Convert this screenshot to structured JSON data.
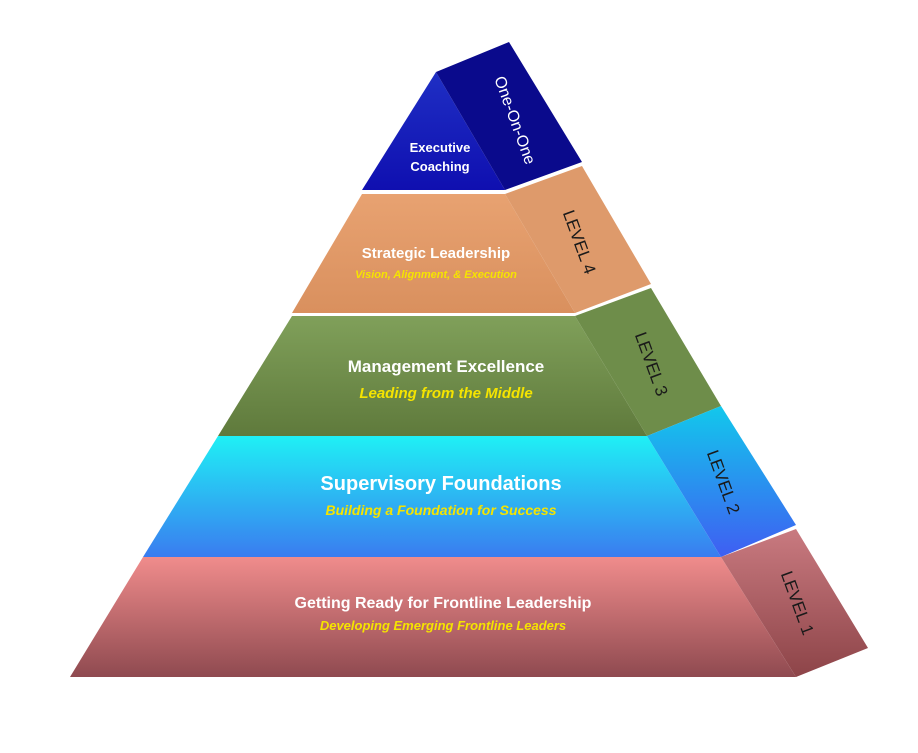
{
  "pyramid": {
    "tiers": [
      {
        "id": "tier-5",
        "title": "Executive",
        "title2": "Coaching",
        "subtitle": "",
        "side_label": "One-On-One",
        "front_color_top": "#1f2fc4",
        "front_color_bottom": "#0f0fb0",
        "side_color": "#0a0a8c"
      },
      {
        "id": "tier-4",
        "title": "Strategic Leadership",
        "subtitle": "Vision, Alignment, & Execution",
        "side_label": "LEVEL 4",
        "front_color_top": "#e8a271",
        "front_color_bottom": "#d9905e",
        "side_color": "#de9a6b"
      },
      {
        "id": "tier-3",
        "title": "Management Excellence",
        "subtitle": "Leading from the Middle",
        "side_label": "LEVEL 3",
        "front_color_top": "#80a05a",
        "front_color_bottom": "#5f7a3c",
        "side_color": "#6e8d4a"
      },
      {
        "id": "tier-2",
        "title": "Supervisory Foundations",
        "subtitle": "Building a Foundation for Success",
        "side_label": "LEVEL 2",
        "front_color_top": "#1ff0f5",
        "front_color_bottom": "#3a7cf0",
        "side_color": "#2aa6ee"
      },
      {
        "id": "tier-1",
        "title": "Getting Ready for Frontline Leadership",
        "subtitle": "Developing Emerging Frontline Leaders",
        "side_label": "LEVEL 1",
        "front_color_top": "#f08c8c",
        "front_color_bottom": "#8f4a50",
        "side_color": "#b8686e"
      }
    ]
  }
}
